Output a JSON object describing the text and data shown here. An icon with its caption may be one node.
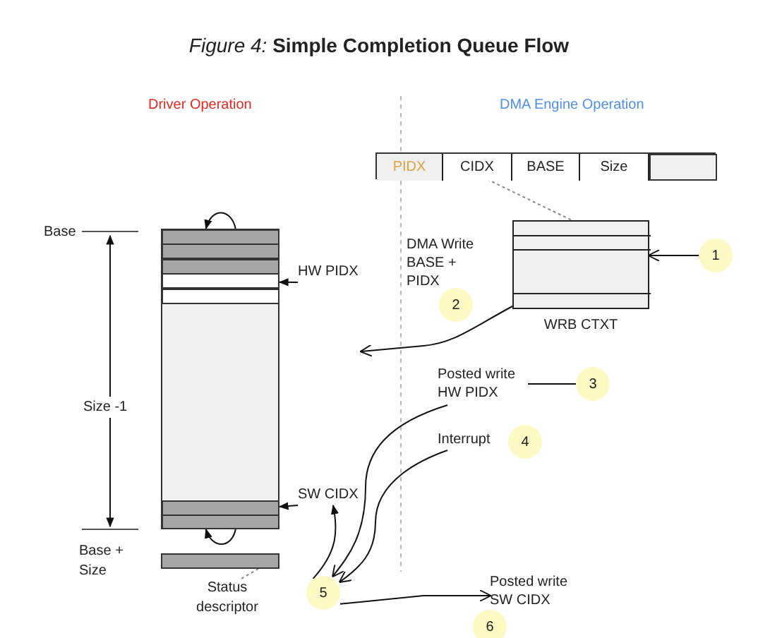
{
  "diagram": {
    "title": "*Figure 4:* **Simple Completion Queue Flow**",
    "nodes": [
      {
        "text": [],
        "shape": "box"
      },
      {
        "text": [],
        "shape": "bar"
      },
      {
        "text": [
          "Status descriptor"
        ]
      },
      {
        "text": [
          "HW PIDX"
        ]
      },
      {
        "text": [
          "SW CIDX"
        ]
      },
      {
        "text": [],
        "shape": "box"
      },
      {
        "text": [
          "PIDX"
        ],
        "in": 5
      },
      {
        "text": [
          "CIDX"
        ],
        "in": 5
      },
      {
        "text": [
          "BASE"
        ],
        "in": 5
      },
      {
        "text": [
          "Size"
        ],
        "in": 5
      },
      {
        "text": [],
        "shape": "box",
        "in": 5
      },
      {
        "text": [
          "WRB CTXT"
        ]
      },
      {
        "text": [
          "1"
        ]
      },
      {
        "text": [
          "DMA Write BASE + PIDX"
        ]
      },
      {
        "text": [
          "2"
        ]
      },
      {
        "text": [
          "Posted write HW PIDX"
        ]
      },
      {
        "text": [
          "3"
        ]
      },
      {
        "text": [
          "Interrupt"
        ]
      },
      {
        "text": [
          "4"
        ]
      },
      {
        "text": [
          "5"
        ]
      },
      {
        "text": [
          "Posted write SW CIDX"
        ]
      },
      {
        "text": [
          "6"
        ]
      }
    ],
    "edges": [
      {
        "from": 2,
        "to": 1,
        "arrow": "none",
        "style": "dashed",
        "color": "#888888"
      },
      {
        "from": 3,
        "to": 0,
        "arrow": "to"
      },
      {
        "from": 4,
        "to": 0,
        "arrow": "to"
      },
      {
        "from": 7,
        "to": 11,
        "arrow": "none",
        "style": "dashed",
        "color": "#888888"
      },
      {
        "from": 12,
        "to": 11,
        "arrow": "to"
      },
      {
        "from": 11,
        "to": null,
        "arrow": "to"
      },
      {
        "from": 16,
        "to": 15,
        "arrow": "none"
      },
      {
        "from": 15,
        "to": 19,
        "arrow": "to"
      },
      {
        "from": 17,
        "to": 19,
        "arrow": "to"
      },
      {
        "from": 19,
        "to": 4,
        "arrow": "to"
      },
      {
        "from": 19,
        "to": 20,
        "arrow": "to"
      },
      {
        "from": 0,
        "to": 0,
        "arrow": "to"
      },
      {
        "from": 0,
        "to": 0,
        "arrow": "to"
      }
    ],
    "labels": [
      "Driver Operation",
      "DMA Engine Operation",
      "Base",
      "Size -1",
      "Base + Size"
    ]
  }
}
